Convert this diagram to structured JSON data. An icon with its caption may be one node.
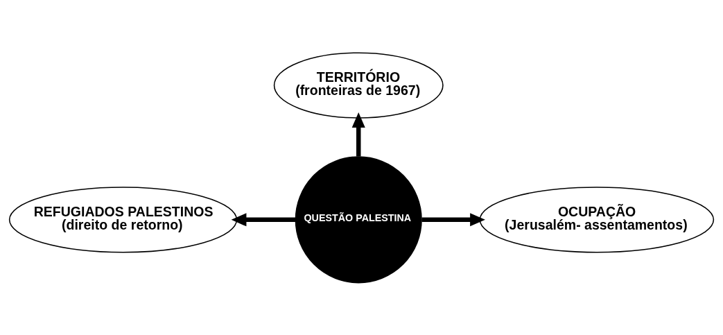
{
  "diagram": {
    "nodes": [
      {
        "text": [
          "TERRITÓRIO",
          "(fronteiras de 1967)"
        ]
      },
      {
        "text": [
          "REFUGIADOS PALESTINOS",
          "(direito de retorno)"
        ]
      },
      {
        "text": [
          "QUESTÃO PALESTINA"
        ]
      },
      {
        "text": [
          "OCUPAÇÃO",
          "(Jerusalém- assentamentos)"
        ]
      }
    ],
    "edges": [
      {
        "from": 2,
        "to": 0,
        "arrow": "to"
      },
      {
        "from": 2,
        "to": 1,
        "arrow": "to"
      },
      {
        "from": 2,
        "to": 3,
        "arrow": "to"
      }
    ]
  }
}
